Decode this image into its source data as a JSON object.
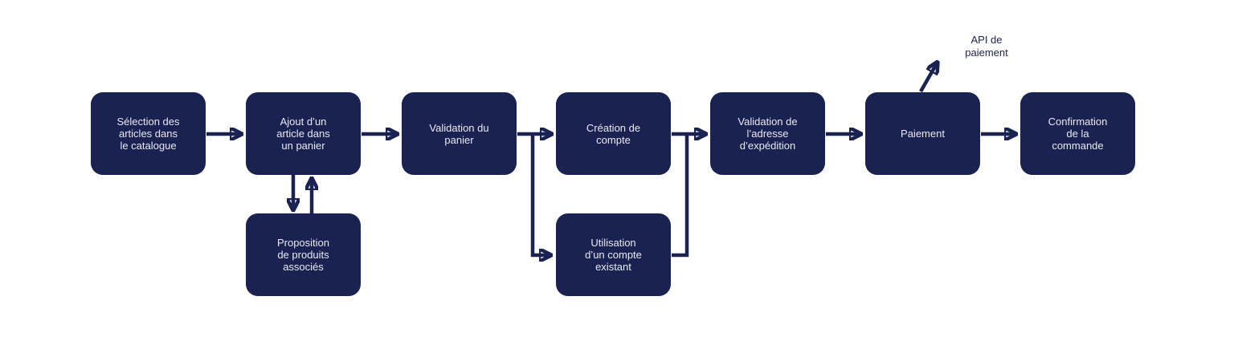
{
  "canvas": {
    "background": "#ffffff",
    "node_fill": "#1a2252",
    "node_text_color": "#e8eaf1",
    "arrow_color": "#1a2252"
  },
  "nodes": [
    {
      "id": "selection-articles",
      "label": "Sélection des\narticles dans\nle catalogue"
    },
    {
      "id": "ajout-article",
      "label": "Ajout d’un\narticle dans\nun panier"
    },
    {
      "id": "validation-panier",
      "label": "Validation du\npanier"
    },
    {
      "id": "creation-compte",
      "label": "Création de\ncompte"
    },
    {
      "id": "validation-adresse",
      "label": "Validation de\nl’adresse\nd’expédition"
    },
    {
      "id": "paiement",
      "label": "Paiement"
    },
    {
      "id": "confirmation",
      "label": "Confirmation\nde la\ncommande"
    },
    {
      "id": "proposition-produits",
      "label": "Proposition\nde produits\nassociés"
    },
    {
      "id": "utilisation-compte",
      "label": "Utilisation\nd’un compte\nexistant"
    }
  ],
  "annotations": {
    "api_label": "API de\npaiement"
  }
}
